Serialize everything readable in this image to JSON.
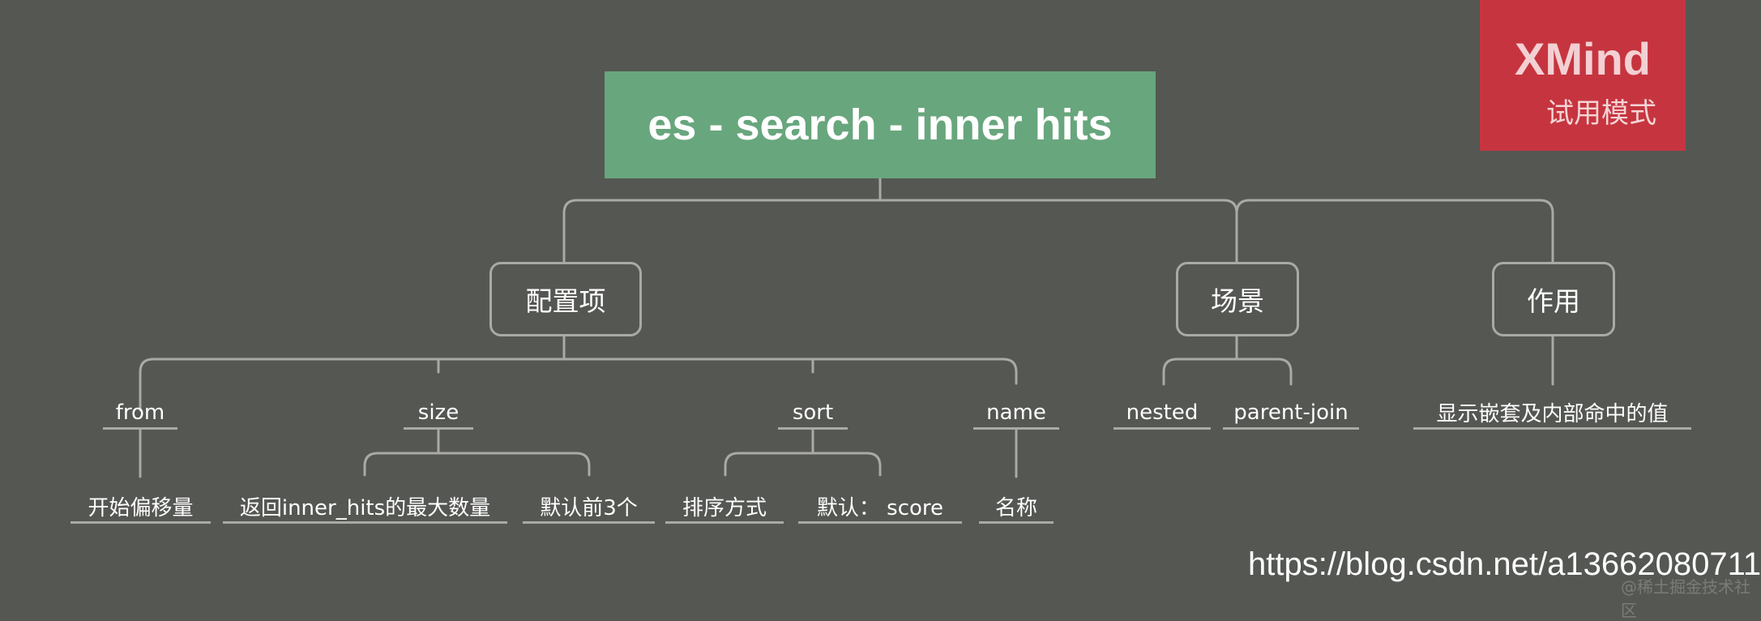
{
  "root": {
    "label": "es - search - inner hits"
  },
  "branches": [
    {
      "label": "配置项",
      "children": [
        {
          "label": "from",
          "children": [
            "开始偏移量"
          ]
        },
        {
          "label": "size",
          "children": [
            "返回inner_hits的最大数量",
            "默认前3个"
          ]
        },
        {
          "label": "sort",
          "children": [
            "排序方式",
            "默认： score"
          ]
        },
        {
          "label": "name",
          "children": [
            "名称"
          ]
        }
      ]
    },
    {
      "label": "场景",
      "children": [
        {
          "label": "nested",
          "children": []
        },
        {
          "label": "parent-join",
          "children": []
        }
      ]
    },
    {
      "label": "作用",
      "children": [
        {
          "label": "显示嵌套及内部命中的值",
          "children": []
        }
      ]
    }
  ],
  "badge": {
    "brand": "XMind",
    "mode": "试用模式"
  },
  "watermark": {
    "url": "https://blog.csdn.net/a13662080711",
    "community": "@稀土掘金技术社区"
  },
  "colors": {
    "background": "#555753",
    "root": "#68a67d",
    "line": "#a9aaa6",
    "badge": "#c6353f"
  }
}
